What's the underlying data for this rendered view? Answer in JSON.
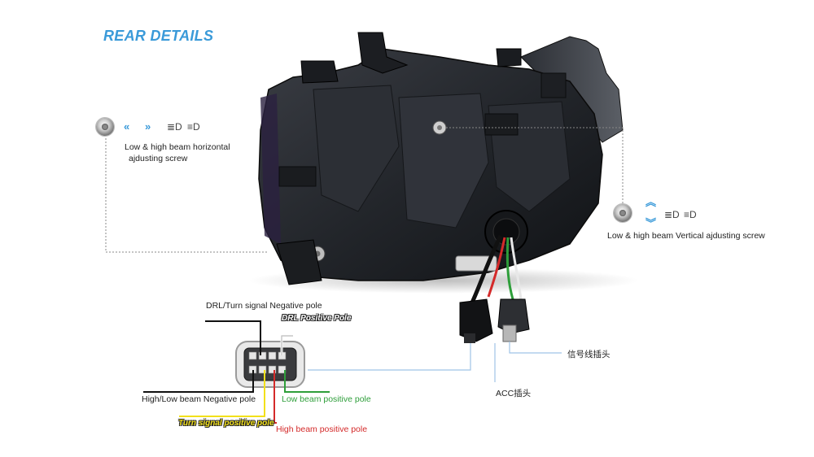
{
  "title": "REAR DETAILS",
  "horizontal_screw": {
    "label_line1": "Low & high beam horizontal",
    "label_line2": "ajdusting screw",
    "arrow_left": "«",
    "arrow_right": "»",
    "low_beam_glyph": "≣D",
    "high_beam_glyph": "≡D"
  },
  "vertical_screw": {
    "label": "Low & high beam Vertical ajdusting screw",
    "arrow_up": "︽",
    "arrow_down": "︾",
    "low_beam_glyph": "≣D",
    "high_beam_glyph": "≡D"
  },
  "connector_labels": {
    "drl_turn_negative": "DRL/Turn signal Negative pole",
    "drl_positive": "DRL Positive Pole",
    "high_low_negative": "High/Low beam Negative pole",
    "low_beam_positive": "Low beam positive pole",
    "turn_signal_positive": "Turn signal positive pole",
    "high_beam_positive": "High beam positive pole"
  },
  "plug_labels": {
    "signal_plug": "信号线插头",
    "acc_plug": "ACC插头"
  },
  "colors": {
    "accent_blue": "#3a9ad9",
    "wire_green": "#2e9e3a",
    "wire_yellow": "#f2e01a",
    "wire_red": "#d42a2a",
    "wire_black": "#111111"
  }
}
